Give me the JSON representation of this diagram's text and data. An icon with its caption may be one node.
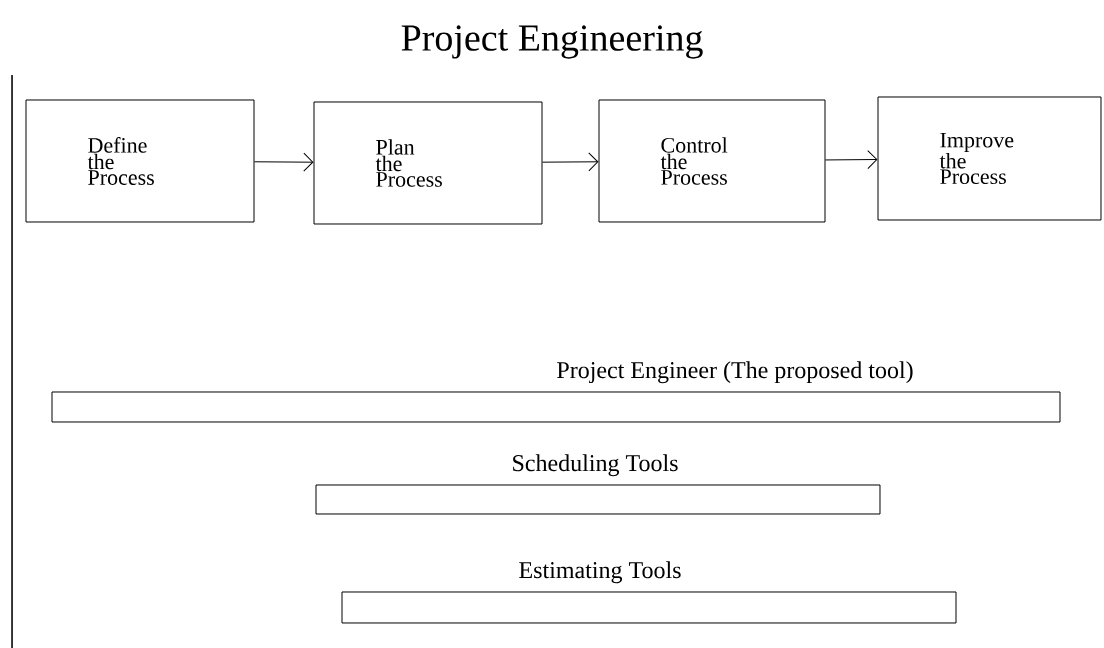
{
  "diagram": {
    "title": "Project Engineering",
    "nodes": [
      {
        "text": [
          "Define the Process"
        ]
      },
      {
        "text": [
          "Plan the Process"
        ]
      },
      {
        "text": [
          "Control the Process"
        ]
      },
      {
        "text": [
          "Improve the Process"
        ]
      },
      {
        "text": [
          "Project Engineer (The proposed tool)"
        ]
      },
      {
        "text": [
          "Scheduling Tools"
        ]
      },
      {
        "text": [
          "Estimating Tools"
        ]
      }
    ],
    "edges": [
      {
        "from": 0,
        "to": 1,
        "arrow": "to"
      },
      {
        "from": 1,
        "to": 2,
        "arrow": "to"
      },
      {
        "from": 2,
        "to": 3,
        "arrow": "to"
      }
    ]
  }
}
